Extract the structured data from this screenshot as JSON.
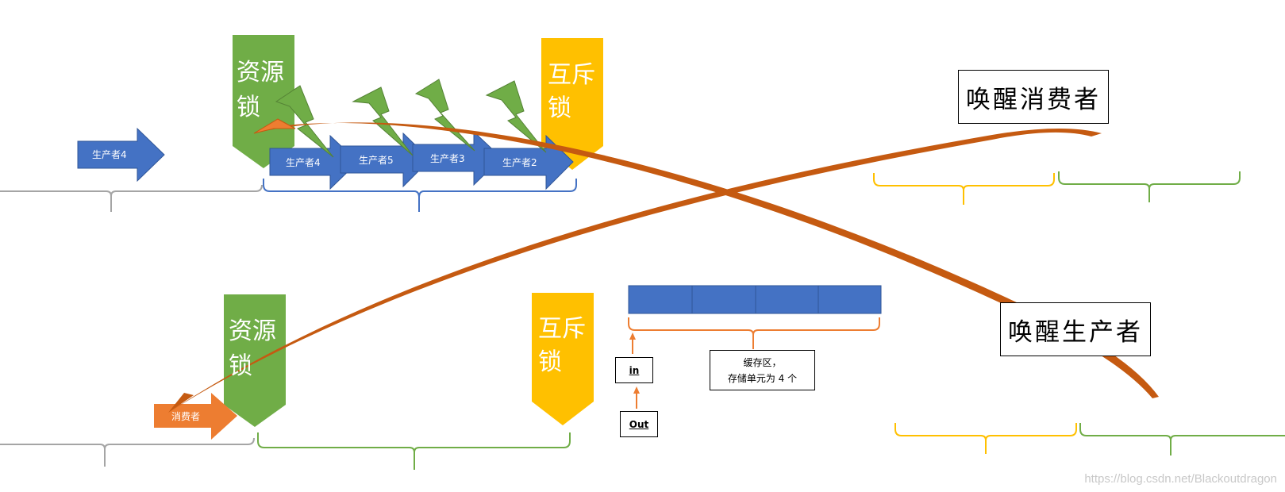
{
  "producers_row": {
    "waiting_producer": "生产者4",
    "resource_lock": "资源锁",
    "mutex_lock": "互斥锁",
    "queued_producers": [
      "生产者4",
      "生产者5",
      "生产者3",
      "生产者2"
    ]
  },
  "consumers_row": {
    "consumer": "消费者",
    "resource_lock": "资源锁",
    "mutex_lock": "互斥锁"
  },
  "wake_consumer": "唤醒消费者",
  "wake_producer": "唤醒生产者",
  "buffer": {
    "label_line1": "缓存区，",
    "label_line2": "存储单元为 4 个",
    "slots": 4
  },
  "pointers": {
    "in": "in",
    "out": "Out"
  },
  "return_mark": "↵",
  "watermark": "https://blog.csdn.net/Blackoutdragon",
  "colors": {
    "producer_blue": "#4472c4",
    "lock_green": "#70ad47",
    "mutex_yellow": "#ffc000",
    "consumer_orange": "#ed7d31",
    "curve_brown": "#c55a11",
    "brace_gray": "#a5a5a5"
  }
}
